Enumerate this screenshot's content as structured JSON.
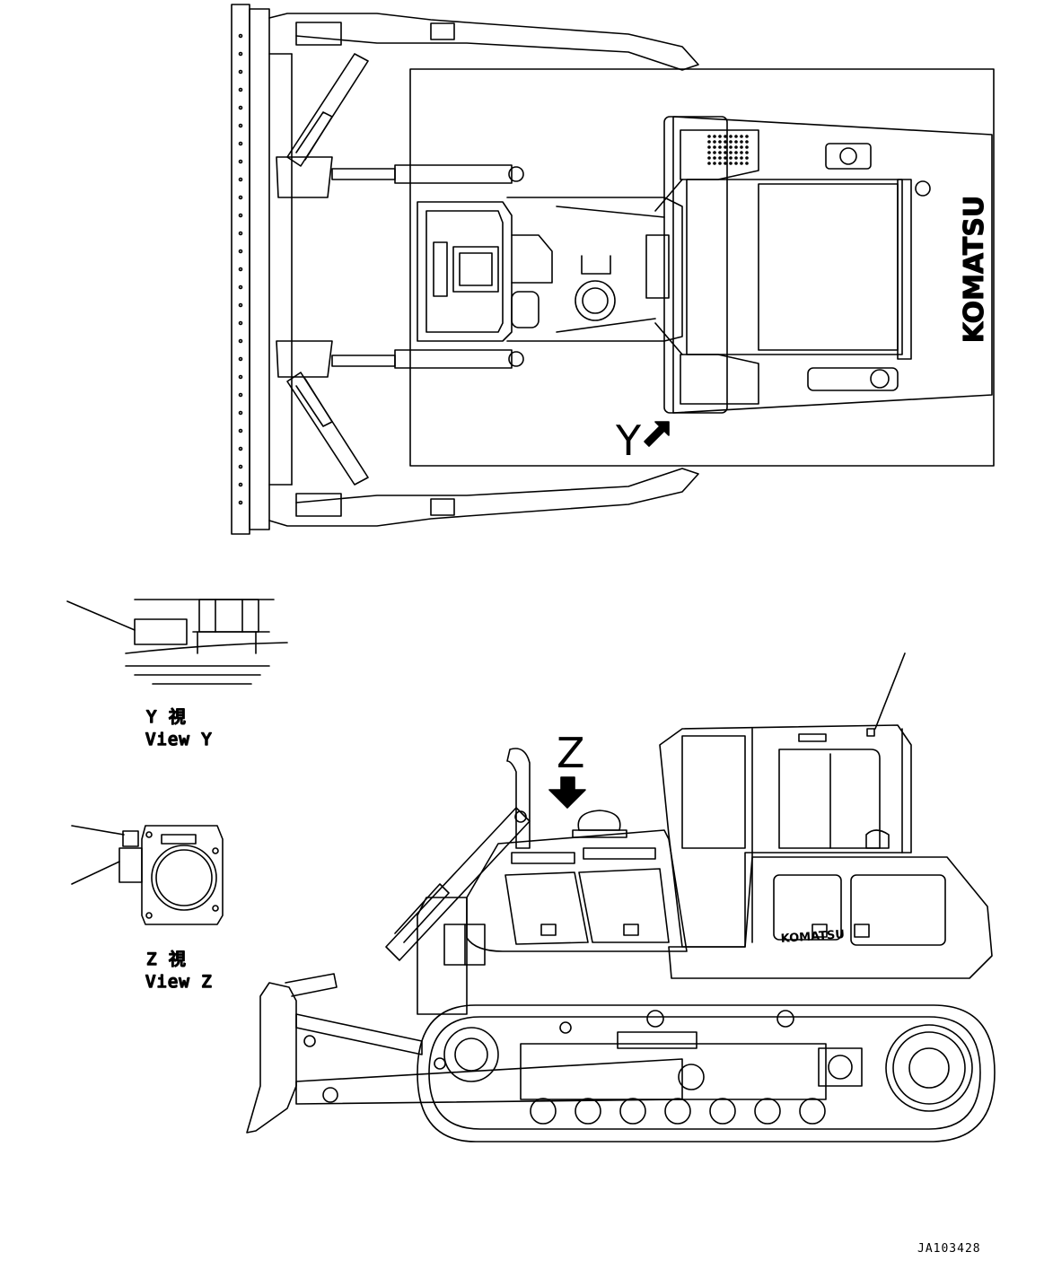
{
  "figure": {
    "view_y": {
      "jp": "Y 視",
      "en": "View Y",
      "marker": "Y"
    },
    "view_z": {
      "jp": "Z 視",
      "en": "View Z",
      "marker": "Z"
    },
    "brand_top": "KOMATSU",
    "brand_side": "KOMATSU",
    "drawing_code": "JA103428"
  },
  "icons": {
    "arrow_y": "diagonal-arrow-icon",
    "arrow_z": "down-arrow-icon"
  }
}
